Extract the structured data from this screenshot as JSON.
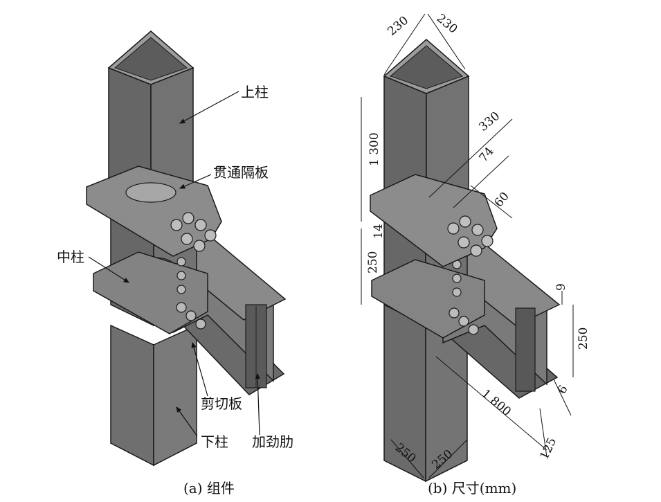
{
  "left_panel": {
    "caption": "(a) 组件",
    "labels": {
      "upper_column": "上柱",
      "through_diaphragm": "贯通隔板",
      "middle_column": "中柱",
      "shear_plate": "剪切板",
      "lower_column": "下柱",
      "stiffener": "加劲肋"
    }
  },
  "right_panel": {
    "caption": "(b) 尺寸(mm)",
    "dimensions": {
      "top_left": "230",
      "top_right": "230",
      "column_height": "1 300",
      "d330": "330",
      "d74": "74",
      "d60": "60",
      "d14": "14",
      "d250_left": "250",
      "d9": "9",
      "d250_right": "250",
      "d6": "6",
      "beam_length": "1 800",
      "d125": "125",
      "bottom_left": "250",
      "bottom_right": "250"
    }
  },
  "colors": {
    "steel_light": "#8a8a8a",
    "steel_mid": "#6e6e6e",
    "steel_dark": "#4a4a4a",
    "edge": "#1a1a1a"
  }
}
